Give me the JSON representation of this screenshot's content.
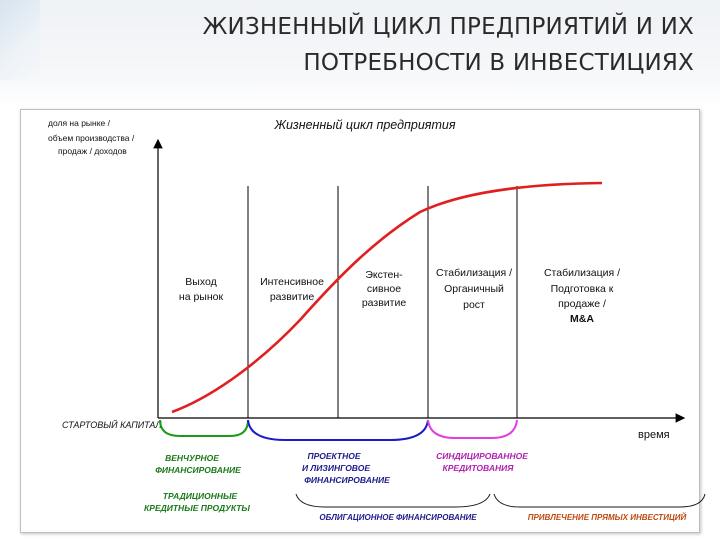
{
  "title": {
    "line1": "ЖИЗНЕННЫЙ ЦИКЛ ПРЕДПРИЯТИЙ И ИХ",
    "line2": "ПОТРЕБНОСТИ В ИНВЕСТИЦИЯХ"
  },
  "diagram": {
    "heading": "Жизненный цикл предприятия",
    "y_axis_label": [
      "доля на рынке /",
      "объем  производства /",
      "продаж / доходов"
    ],
    "x_axis_label": "время",
    "start_label": "СТАРТОВЫЙ КАПИТАЛ",
    "stages": [
      {
        "lines": [
          "Выход",
          "на рынок"
        ]
      },
      {
        "lines": [
          "Интенсивное",
          "развитие"
        ]
      },
      {
        "lines": [
          "Экстен-",
          "сивное",
          "развитие"
        ]
      },
      {
        "lines": [
          "Стабилизация /",
          "Органичный",
          "рост"
        ]
      },
      {
        "lines": [
          "Стабилизация /",
          "Подготовка  к",
          "продаже /",
          "M&A"
        ]
      }
    ],
    "financing": [
      {
        "lines": [
          "ВЕНЧУРНОЕ",
          "ФИНАНСИРОВАНИЕ"
        ],
        "color": "#1a7a1a"
      },
      {
        "lines": [
          "ПРОЕКТНОЕ",
          "И ЛИЗИНГОВОЕ",
          "ФИНАНСИРОВАНИЕ"
        ],
        "color": "#1c1c8c"
      },
      {
        "lines": [
          "СИНДИЦИРОВАННОЕ",
          "КРЕДИТОВАНИЯ"
        ],
        "color": "#b020b0"
      },
      {
        "lines": [
          "ТРАДИЦИОННЫЕ",
          "КРЕДИТНЫЕ ПРОДУКТЫ"
        ],
        "color": "#1a7a1a"
      },
      {
        "lines": [
          "ОБЛИГАЦИОННОЕ ФИНАНСИРОВАНИЕ"
        ],
        "color": "#1c1c8c"
      },
      {
        "lines": [
          "ПРИВЛЕЧЕНИЕ ПРЯМЫХ ИНВЕСТИЦИЙ"
        ],
        "color": "#c04a10"
      }
    ],
    "colors": {
      "curve": "#e02020",
      "axis": "#000000",
      "venture_brace": "#1a9a1a",
      "project_brace": "#1c1cc8",
      "syndicated_brace": "#e040e0",
      "bottom_brace": "#1a1a1a"
    }
  }
}
